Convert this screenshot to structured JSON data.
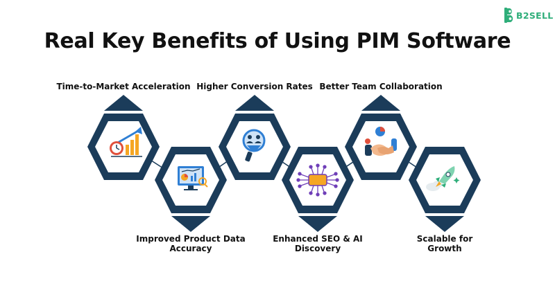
{
  "brand": {
    "name": "B2SELL",
    "icon": "b2sell-logo-icon",
    "color": "#2fae7a"
  },
  "title": "Real Key Benefits of Using PIM Software",
  "colors": {
    "navy": "#1b3c5a",
    "accent_blue": "#2f7fd4",
    "connector": "#1b3c5a"
  },
  "benefits": [
    {
      "label": "Time-to-Market Acceleration",
      "icon": "clock-growth-chart-icon",
      "position": "top"
    },
    {
      "label": "Improved Product Data Accuracy",
      "icon": "analytics-dashboard-icon",
      "position": "bottom"
    },
    {
      "label": "Higher Conversion Rates",
      "icon": "magnifier-funnel-users-icon",
      "position": "top"
    },
    {
      "label": "Enhanced SEO & AI Discovery",
      "icon": "seo-chip-icon",
      "position": "bottom"
    },
    {
      "label": "Better Team Collaboration",
      "icon": "handshake-icon",
      "position": "top"
    },
    {
      "label": "Scalable for Growth",
      "icon": "rocket-icon",
      "position": "bottom"
    }
  ]
}
